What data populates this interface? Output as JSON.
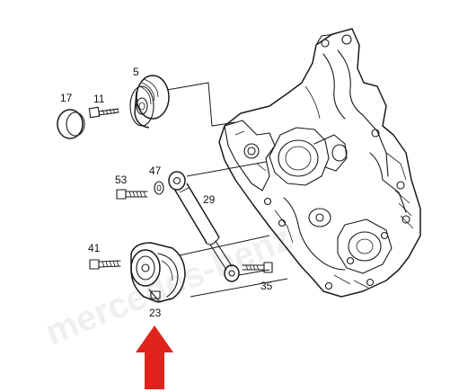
{
  "diagram": {
    "callouts": {
      "c5": "5",
      "c11": "11",
      "c17": "17",
      "c23": "23",
      "c29": "29",
      "c35": "35",
      "c41": "41",
      "c47": "47",
      "c53": "53"
    },
    "watermark_text": "mercedes-benz",
    "arrow_color": "#e0231d"
  }
}
